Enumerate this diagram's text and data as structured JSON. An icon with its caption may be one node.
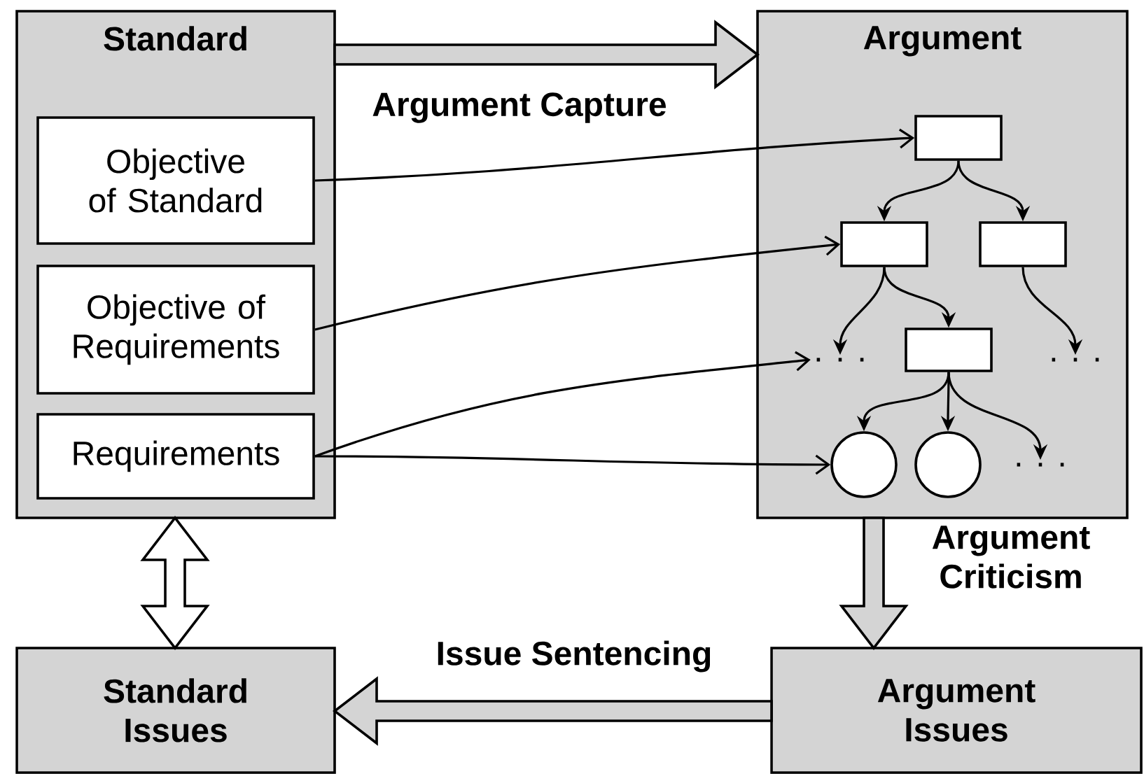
{
  "diagram": {
    "nodes": [
      {
        "text": [
          "Standard"
        ]
      },
      {
        "text": [
          "Objective of Standard"
        ],
        "in": 0
      },
      {
        "text": [
          "Objective of Requirements"
        ],
        "in": 0
      },
      {
        "text": [
          "Requirements"
        ],
        "in": 0
      },
      {
        "text": [
          "Argument"
        ]
      },
      {
        "text": [],
        "shape": "box",
        "in": 4
      },
      {
        "text": [],
        "shape": "box",
        "in": 4
      },
      {
        "text": [],
        "shape": "box",
        "in": 4
      },
      {
        "text": [
          ". . ."
        ],
        "in": 4
      },
      {
        "text": [],
        "shape": "box",
        "in": 4
      },
      {
        "text": [
          ". . ."
        ],
        "in": 4
      },
      {
        "text": [],
        "shape": "circle",
        "in": 4
      },
      {
        "text": [],
        "shape": "circle",
        "in": 4
      },
      {
        "text": [
          ". . ."
        ],
        "in": 4
      },
      {
        "text": [
          "Standard Issues"
        ]
      },
      {
        "text": [
          "Argument Issues"
        ]
      }
    ],
    "edges": [
      {
        "from": 0,
        "to": 4,
        "arrow": "to",
        "style": "thick",
        "label": "Argument Capture"
      },
      {
        "from": 1,
        "to": 5,
        "arrow": "to"
      },
      {
        "from": 2,
        "to": 6,
        "arrow": "to"
      },
      {
        "from": 3,
        "to": 8,
        "arrow": "to"
      },
      {
        "from": 3,
        "to": 11,
        "arrow": "to"
      },
      {
        "from": 5,
        "to": 6,
        "arrow": "to"
      },
      {
        "from": 5,
        "to": 7,
        "arrow": "to"
      },
      {
        "from": 6,
        "to": 8,
        "arrow": "to"
      },
      {
        "from": 6,
        "to": 9,
        "arrow": "to"
      },
      {
        "from": 7,
        "to": 10,
        "arrow": "to"
      },
      {
        "from": 9,
        "to": 11,
        "arrow": "to"
      },
      {
        "from": 9,
        "to": 12,
        "arrow": "to"
      },
      {
        "from": 9,
        "to": 13,
        "arrow": "to"
      },
      {
        "from": 4,
        "to": 15,
        "arrow": "to",
        "style": "thick",
        "label": "Argument Criticism"
      },
      {
        "from": 15,
        "to": 14,
        "arrow": "to",
        "style": "thick",
        "label": "Issue Sentencing"
      },
      {
        "from": 0,
        "to": 14,
        "arrow": "both",
        "style": "thick"
      }
    ]
  }
}
